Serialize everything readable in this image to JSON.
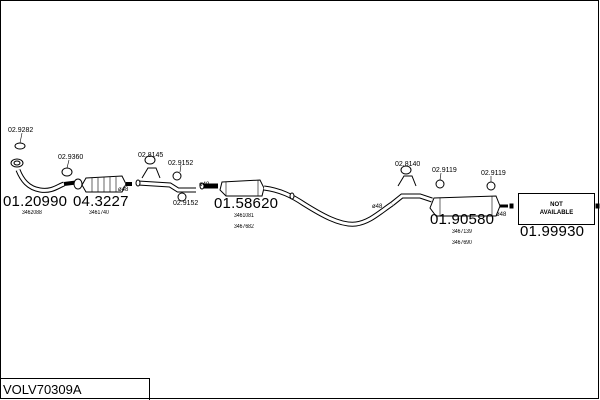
{
  "diagram_id": "VOLV70309A",
  "not_available": {
    "line1": "NOT",
    "line2": "AVAILABLE"
  },
  "parts": {
    "front_pipe": "01.20990",
    "front_pipe_ref": "3462088",
    "catalyst": "04.3227",
    "catalyst_ref": "3461740",
    "centre_silencer": "01.58620",
    "centre_silencer_ref1": "3461081",
    "centre_silencer_ref2": "3467682",
    "rear_silencer": "01.90580",
    "rear_silencer_ref1": "3467139",
    "rear_silencer_ref2": "3467690",
    "tail_section": "01.99930"
  },
  "fittings": {
    "gasket_top": "02.9282",
    "clamp_1": "02.9360",
    "hanger_1": "02.8145",
    "clamp_2": "02.9152",
    "clamp_3": "02.9152",
    "hanger_2": "02.8140",
    "clamp_4": "02.9119",
    "clamp_5": "02.9119"
  },
  "pipe_sizes": {
    "d1": "ø48",
    "d2": "ø48",
    "d3": "ø48",
    "d4": "ø48"
  },
  "colors": {
    "line": "#000000",
    "background": "#ffffff"
  }
}
